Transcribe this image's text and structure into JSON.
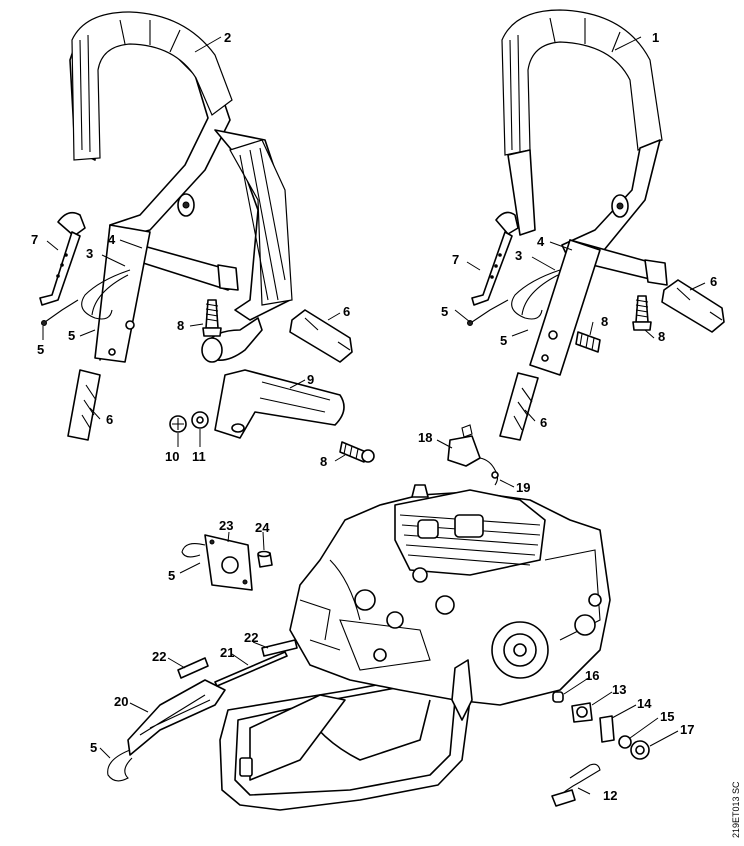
{
  "doc_code": "219ET013 SC",
  "colors": {
    "ink": "#000000",
    "paper": "#ffffff"
  },
  "labels": [
    {
      "id": "l1",
      "text": "1"
    },
    {
      "id": "l2",
      "text": "2"
    },
    {
      "id": "l3a",
      "text": "3"
    },
    {
      "id": "l3b",
      "text": "3"
    },
    {
      "id": "l4a",
      "text": "4"
    },
    {
      "id": "l4b",
      "text": "4"
    },
    {
      "id": "l5a",
      "text": "5"
    },
    {
      "id": "l5b",
      "text": "5"
    },
    {
      "id": "l5c",
      "text": "5"
    },
    {
      "id": "l5d",
      "text": "5"
    },
    {
      "id": "l5e",
      "text": "5"
    },
    {
      "id": "l5f",
      "text": "5"
    },
    {
      "id": "l6a",
      "text": "6"
    },
    {
      "id": "l6b",
      "text": "6"
    },
    {
      "id": "l6c",
      "text": "6"
    },
    {
      "id": "l6d",
      "text": "6"
    },
    {
      "id": "l7a",
      "text": "7"
    },
    {
      "id": "l7b",
      "text": "7"
    },
    {
      "id": "l8a",
      "text": "8"
    },
    {
      "id": "l8b",
      "text": "8"
    },
    {
      "id": "l8c",
      "text": "8"
    },
    {
      "id": "l8d",
      "text": "8"
    },
    {
      "id": "l9",
      "text": "9"
    },
    {
      "id": "l10",
      "text": "10"
    },
    {
      "id": "l11",
      "text": "11"
    },
    {
      "id": "l12",
      "text": "12"
    },
    {
      "id": "l13",
      "text": "13"
    },
    {
      "id": "l14",
      "text": "14"
    },
    {
      "id": "l15",
      "text": "15"
    },
    {
      "id": "l16",
      "text": "16"
    },
    {
      "id": "l17",
      "text": "17"
    },
    {
      "id": "l18",
      "text": "18"
    },
    {
      "id": "l19",
      "text": "19"
    },
    {
      "id": "l20",
      "text": "20"
    },
    {
      "id": "l21",
      "text": "21"
    },
    {
      "id": "l22a",
      "text": "22"
    },
    {
      "id": "l22b",
      "text": "22"
    },
    {
      "id": "l23",
      "text": "23"
    },
    {
      "id": "l24",
      "text": "24"
    }
  ]
}
